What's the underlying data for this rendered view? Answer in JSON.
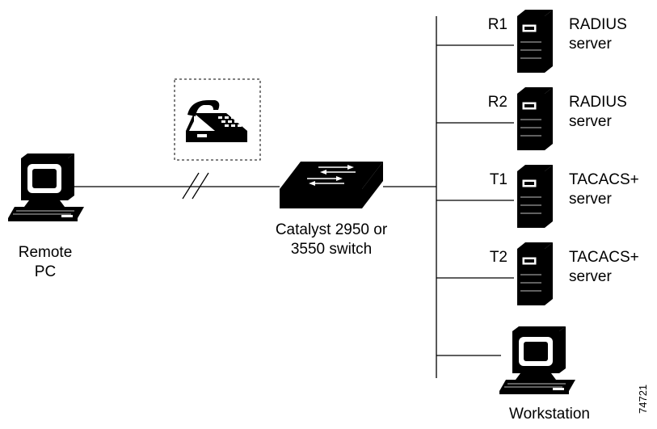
{
  "diagram": {
    "remote_pc": {
      "line1": "Remote",
      "line2": "PC"
    },
    "switch": {
      "line1": "Catalyst 2950 or",
      "line2": "3550 switch"
    },
    "servers": [
      {
        "tag": "R1",
        "line1": "RADIUS",
        "line2": "server"
      },
      {
        "tag": "R2",
        "line1": "RADIUS",
        "line2": "server"
      },
      {
        "tag": "T1",
        "line1": "TACACS+",
        "line2": "server"
      },
      {
        "tag": "T2",
        "line1": "TACACS+",
        "line2": "server"
      }
    ],
    "workstation": {
      "label": "Workstation"
    },
    "figure_number": "74721"
  },
  "colors": {
    "line": "#000000",
    "background": "#ffffff",
    "device_face": "#ffffff"
  },
  "icons": [
    "phone-icon",
    "remote-pc-icon",
    "switch-icon",
    "server-icon",
    "workstation-icon"
  ]
}
